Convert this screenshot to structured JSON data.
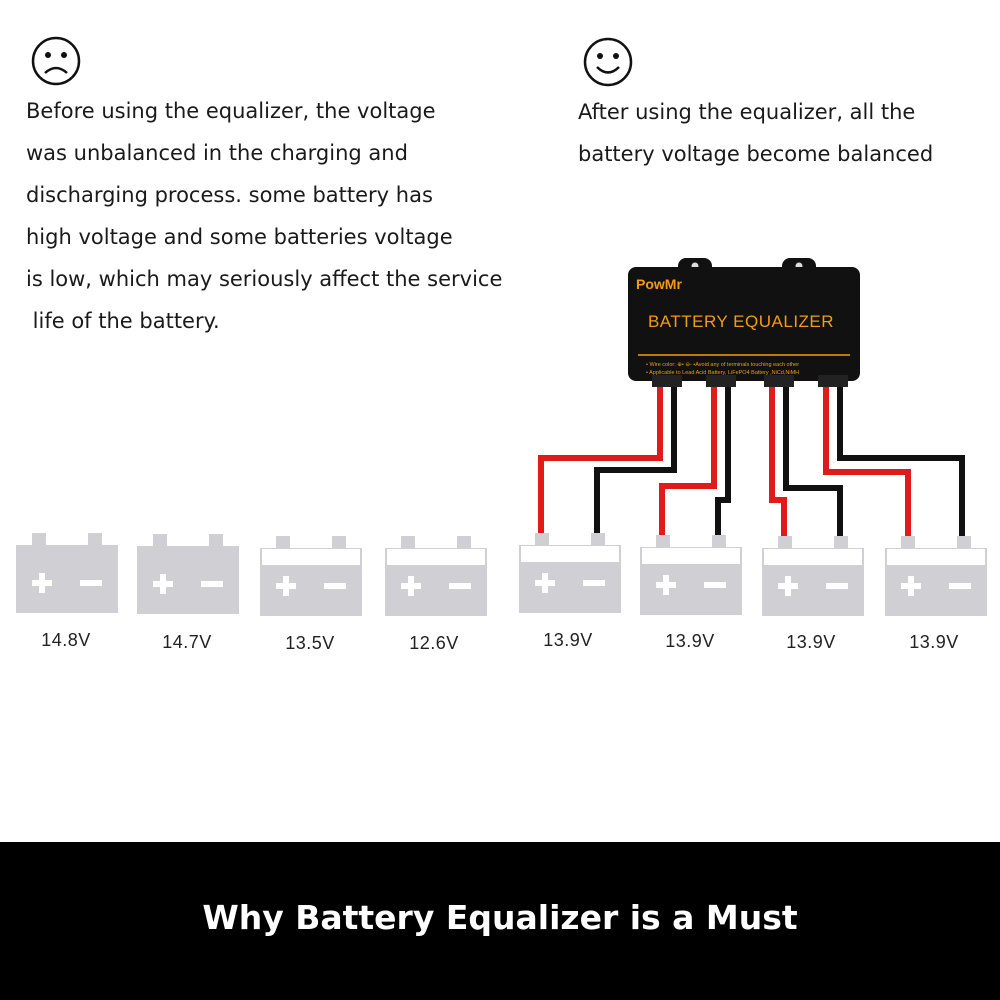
{
  "before": {
    "icon": "sad-face-icon",
    "lines": [
      "Before using the equalizer, the voltage",
      "was unbalanced in the charging and",
      "discharging process. some battery has",
      "high voltage and some batteries voltage",
      "is low, which may seriously affect the service",
      " life of the battery."
    ]
  },
  "after": {
    "icon": "happy-face-icon",
    "lines": [
      "After using the equalizer, all the",
      "battery voltage become balanced"
    ]
  },
  "device": {
    "brand": "PowMr",
    "name": "BATTERY EQUALIZER",
    "note_line1": "• Wire color: ⊕• ⊖-    •Avoid any of terminals touching each other",
    "note_line2": "• Applicable to Lead Acid Battery, LiFePO4 Battery ,NiCd,NiMH",
    "accent_color": "#f39c12",
    "body_color": "#111111"
  },
  "batteries": {
    "unbalanced": [
      "14.8V",
      "14.7V",
      "13.5V",
      "12.6V"
    ],
    "balanced": [
      "13.9V",
      "13.9V",
      "13.9V",
      "13.9V"
    ],
    "plus_symbol": "+",
    "minus_symbol": "−"
  },
  "wire_colors": {
    "positive": "#e01b1b",
    "negative": "#111111"
  },
  "footer": {
    "title": "Why Battery Equalizer is a Must"
  }
}
